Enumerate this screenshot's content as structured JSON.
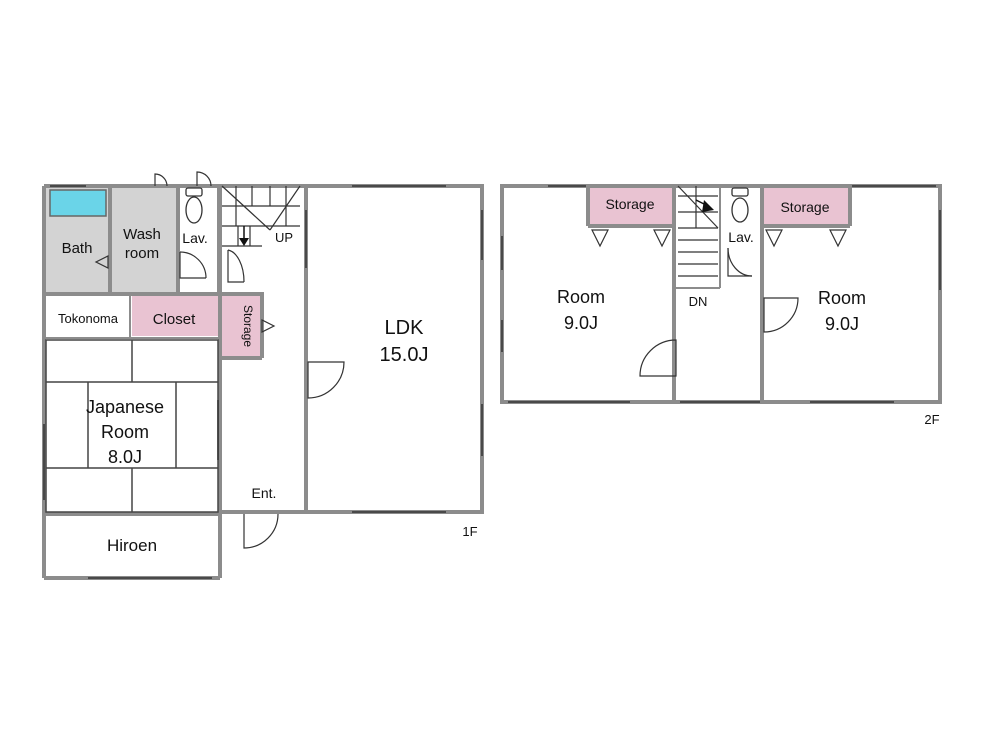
{
  "floor1": {
    "label": "1F",
    "rooms": {
      "bath": "Bath",
      "wash_line1": "Wash",
      "wash_line2": "room",
      "lav": "Lav.",
      "up": "UP",
      "tokonoma": "Tokonoma",
      "closet": "Closet",
      "storage": "Storage",
      "japanese_line1": "Japanese",
      "japanese_line2": "Room",
      "japanese_size": "8.0J",
      "entrance": "Ent.",
      "hiroen": "Hiroen",
      "ldk": "LDK",
      "ldk_size": "15.0J"
    }
  },
  "floor2": {
    "label": "2F",
    "rooms": {
      "storage_left": "Storage",
      "storage_right": "Storage",
      "lav": "Lav.",
      "dn": "DN",
      "room_left": "Room",
      "room_left_size": "9.0J",
      "room_right": "Room",
      "room_right_size": "9.0J"
    }
  },
  "colors": {
    "wall": "#8c8c8c",
    "wet_area": "#d3d3d3",
    "storage": "#e9c3d2",
    "bathtub": "#6ad4e8",
    "text": "#111111"
  }
}
